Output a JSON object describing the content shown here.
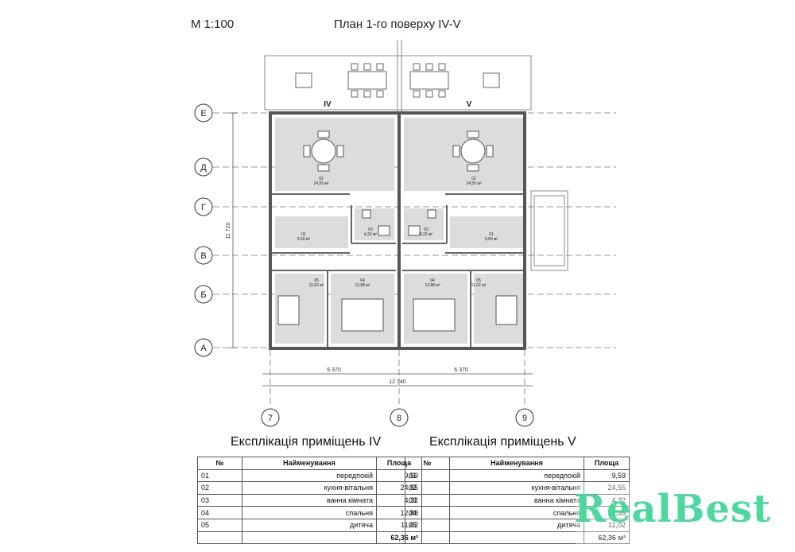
{
  "header": {
    "scale": "М 1:100",
    "title": "План 1-го поверху IV-V"
  },
  "axes": {
    "rows": [
      "Е",
      "Д",
      "Г",
      "В",
      "Б",
      "А"
    ],
    "columns": [
      "7",
      "8",
      "9"
    ]
  },
  "units": {
    "left": "IV",
    "right": "V"
  },
  "dimensions": {
    "half_left": "6 370",
    "half_right": "6 370",
    "total_width": "12 740",
    "total_height": "11 720"
  },
  "room_labels": {
    "left": [
      {
        "num": "02",
        "area": "24,55 м²"
      },
      {
        "num": "01",
        "area": "9,59 м²"
      },
      {
        "num": "03",
        "area": "4,32 м²"
      },
      {
        "num": "05",
        "area": "11,02 м²"
      },
      {
        "num": "04",
        "area": "12,88 м²"
      }
    ],
    "right": [
      {
        "num": "02",
        "area": "24,55 м²"
      },
      {
        "num": "01",
        "area": "9,59 м²"
      },
      {
        "num": "03",
        "area": "4,32 м²"
      },
      {
        "num": "04",
        "area": "12,88 м²"
      },
      {
        "num": "05",
        "area": "11,02 м²"
      }
    ]
  },
  "tables": [
    {
      "title": "Експлікація приміщень IV",
      "headers": [
        "№",
        "Найменування",
        "Площа"
      ],
      "rows": [
        [
          "01",
          "передпокій",
          "9,59"
        ],
        [
          "02",
          "кухня-вітальня",
          "24,55"
        ],
        [
          "03",
          "ванна кімната",
          "4,32"
        ],
        [
          "04",
          "спальня",
          "12,88"
        ],
        [
          "05",
          "дитяча",
          "11,02"
        ]
      ],
      "total": "62,36 м²"
    },
    {
      "title": "Експлікація приміщень V",
      "headers": [
        "№",
        "Найменування",
        "Площа"
      ],
      "rows": [
        [
          "01",
          "передпокій",
          "9,59"
        ],
        [
          "02",
          "кухня-вітальня",
          "24,55"
        ],
        [
          "03",
          "ванна кімната",
          "4,32"
        ],
        [
          "04",
          "спальня",
          "12,88"
        ],
        [
          "05",
          "дитяча",
          "11,02"
        ]
      ],
      "total": "62,36 м²"
    }
  ],
  "watermark": "RealBest",
  "colors": {
    "room_fill": "#dcdcdc",
    "wall": "#555555",
    "grid": "#777777",
    "watermark": "#40d696"
  }
}
